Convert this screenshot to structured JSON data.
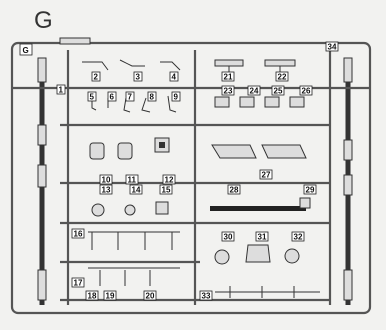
{
  "sheet_letter": "G",
  "frame_tag": "G",
  "parts": [
    {
      "num": "1"
    },
    {
      "num": "2"
    },
    {
      "num": "3"
    },
    {
      "num": "4"
    },
    {
      "num": "5"
    },
    {
      "num": "6"
    },
    {
      "num": "7"
    },
    {
      "num": "8"
    },
    {
      "num": "9"
    },
    {
      "num": "10"
    },
    {
      "num": "11"
    },
    {
      "num": "12"
    },
    {
      "num": "13"
    },
    {
      "num": "14"
    },
    {
      "num": "15"
    },
    {
      "num": "16"
    },
    {
      "num": "17"
    },
    {
      "num": "18"
    },
    {
      "num": "19"
    },
    {
      "num": "20"
    },
    {
      "num": "21"
    },
    {
      "num": "22"
    },
    {
      "num": "23"
    },
    {
      "num": "24"
    },
    {
      "num": "25"
    },
    {
      "num": "26"
    },
    {
      "num": "27"
    },
    {
      "num": "28"
    },
    {
      "num": "29"
    },
    {
      "num": "30"
    },
    {
      "num": "31"
    },
    {
      "num": "32"
    },
    {
      "num": "33"
    },
    {
      "num": "34"
    }
  ]
}
